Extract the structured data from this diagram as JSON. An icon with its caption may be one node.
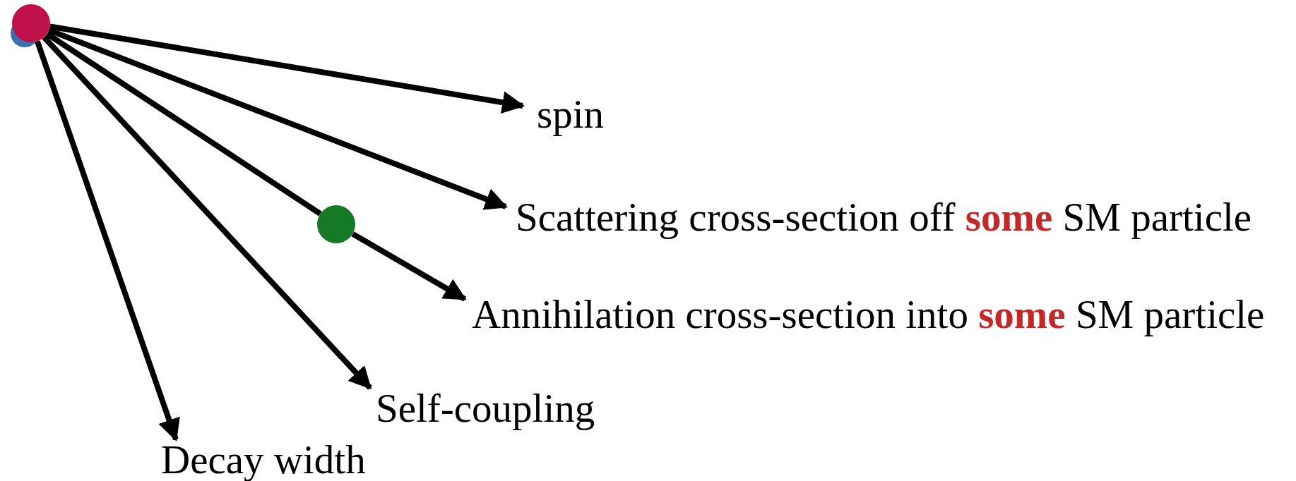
{
  "diagram": {
    "nodes": [
      {
        "text": [],
        "shape": "circle"
      },
      {
        "text": [],
        "shape": "circle"
      },
      {
        "text": [
          "spin"
        ]
      },
      {
        "text": [
          "Scattering cross-section off **some** SM particle"
        ]
      },
      {
        "text": [],
        "shape": "circle"
      },
      {
        "text": [
          "Annihilation cross-section into **some** SM particle"
        ]
      },
      {
        "text": [
          "Self-coupling"
        ]
      },
      {
        "text": [
          "Decay width"
        ]
      }
    ],
    "edges": [
      {
        "from": 1,
        "to": 2,
        "arrow": "to"
      },
      {
        "from": 1,
        "to": 3,
        "arrow": "to"
      },
      {
        "from": 1,
        "to": 4,
        "arrow": "none"
      },
      {
        "from": 4,
        "to": 5,
        "arrow": "to"
      },
      {
        "from": 1,
        "to": 6,
        "arrow": "to"
      },
      {
        "from": 1,
        "to": 7,
        "arrow": "to"
      }
    ]
  }
}
